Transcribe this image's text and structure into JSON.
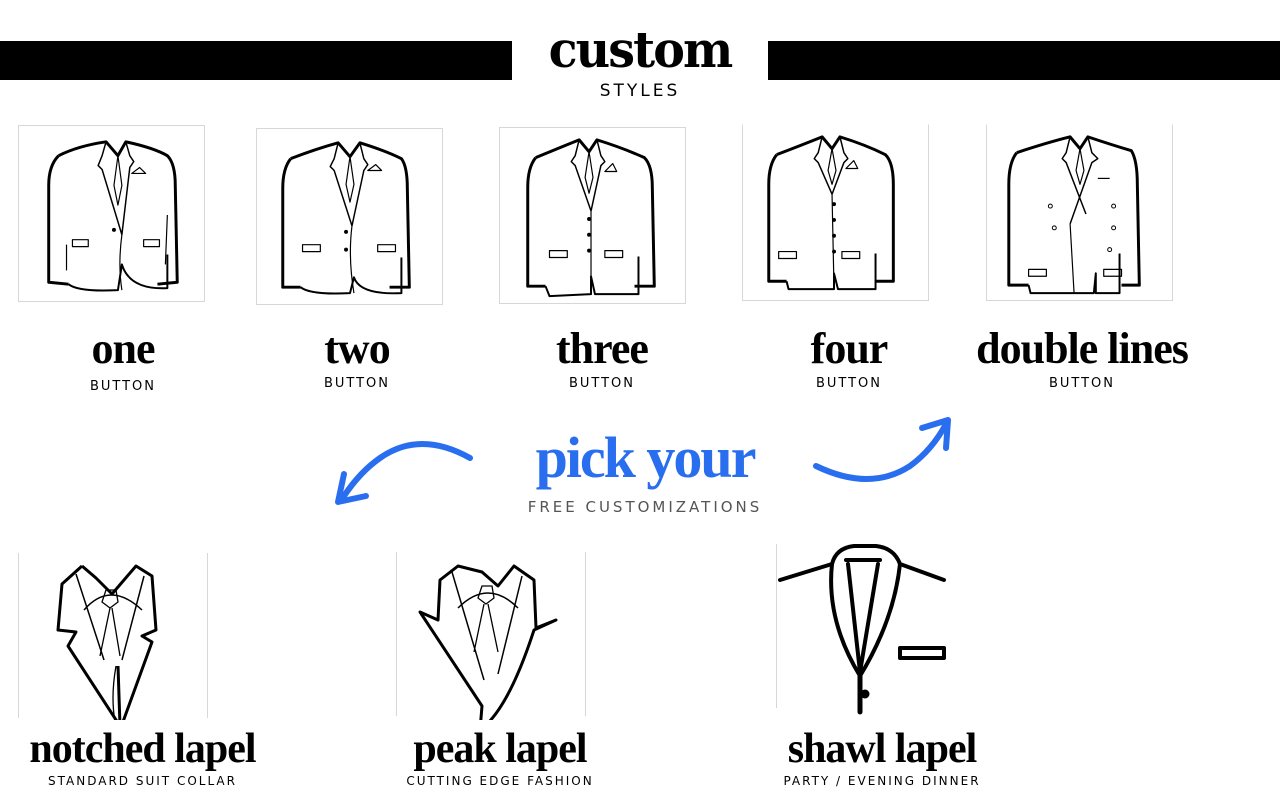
{
  "header": {
    "title": "custom",
    "subtitle": "STYLES"
  },
  "styles": [
    {
      "label": "one",
      "sub": "BUTTON",
      "icon": "one-button-jacket-icon"
    },
    {
      "label": "two",
      "sub": "BUTTON",
      "icon": "two-button-jacket-icon"
    },
    {
      "label": "three",
      "sub": "BUTTON",
      "icon": "three-button-jacket-icon"
    },
    {
      "label": "four",
      "sub": "BUTTON",
      "icon": "four-button-jacket-icon"
    },
    {
      "label": "double lines",
      "sub": "BUTTON",
      "icon": "double-breasted-jacket-icon"
    }
  ],
  "pick": {
    "title": "pick your",
    "subtitle": "FREE CUSTOMIZATIONS",
    "accent_color": "#2a6ef0"
  },
  "lapels": [
    {
      "label": "notched lapel",
      "sub": "STANDARD SUIT COLLAR",
      "icon": "notched-lapel-icon"
    },
    {
      "label": "peak lapel",
      "sub": "CUTTING EDGE FASHION",
      "icon": "peak-lapel-icon"
    },
    {
      "label": "shawl lapel",
      "sub": "PARTY / EVENING DINNER",
      "icon": "shawl-lapel-icon"
    }
  ]
}
